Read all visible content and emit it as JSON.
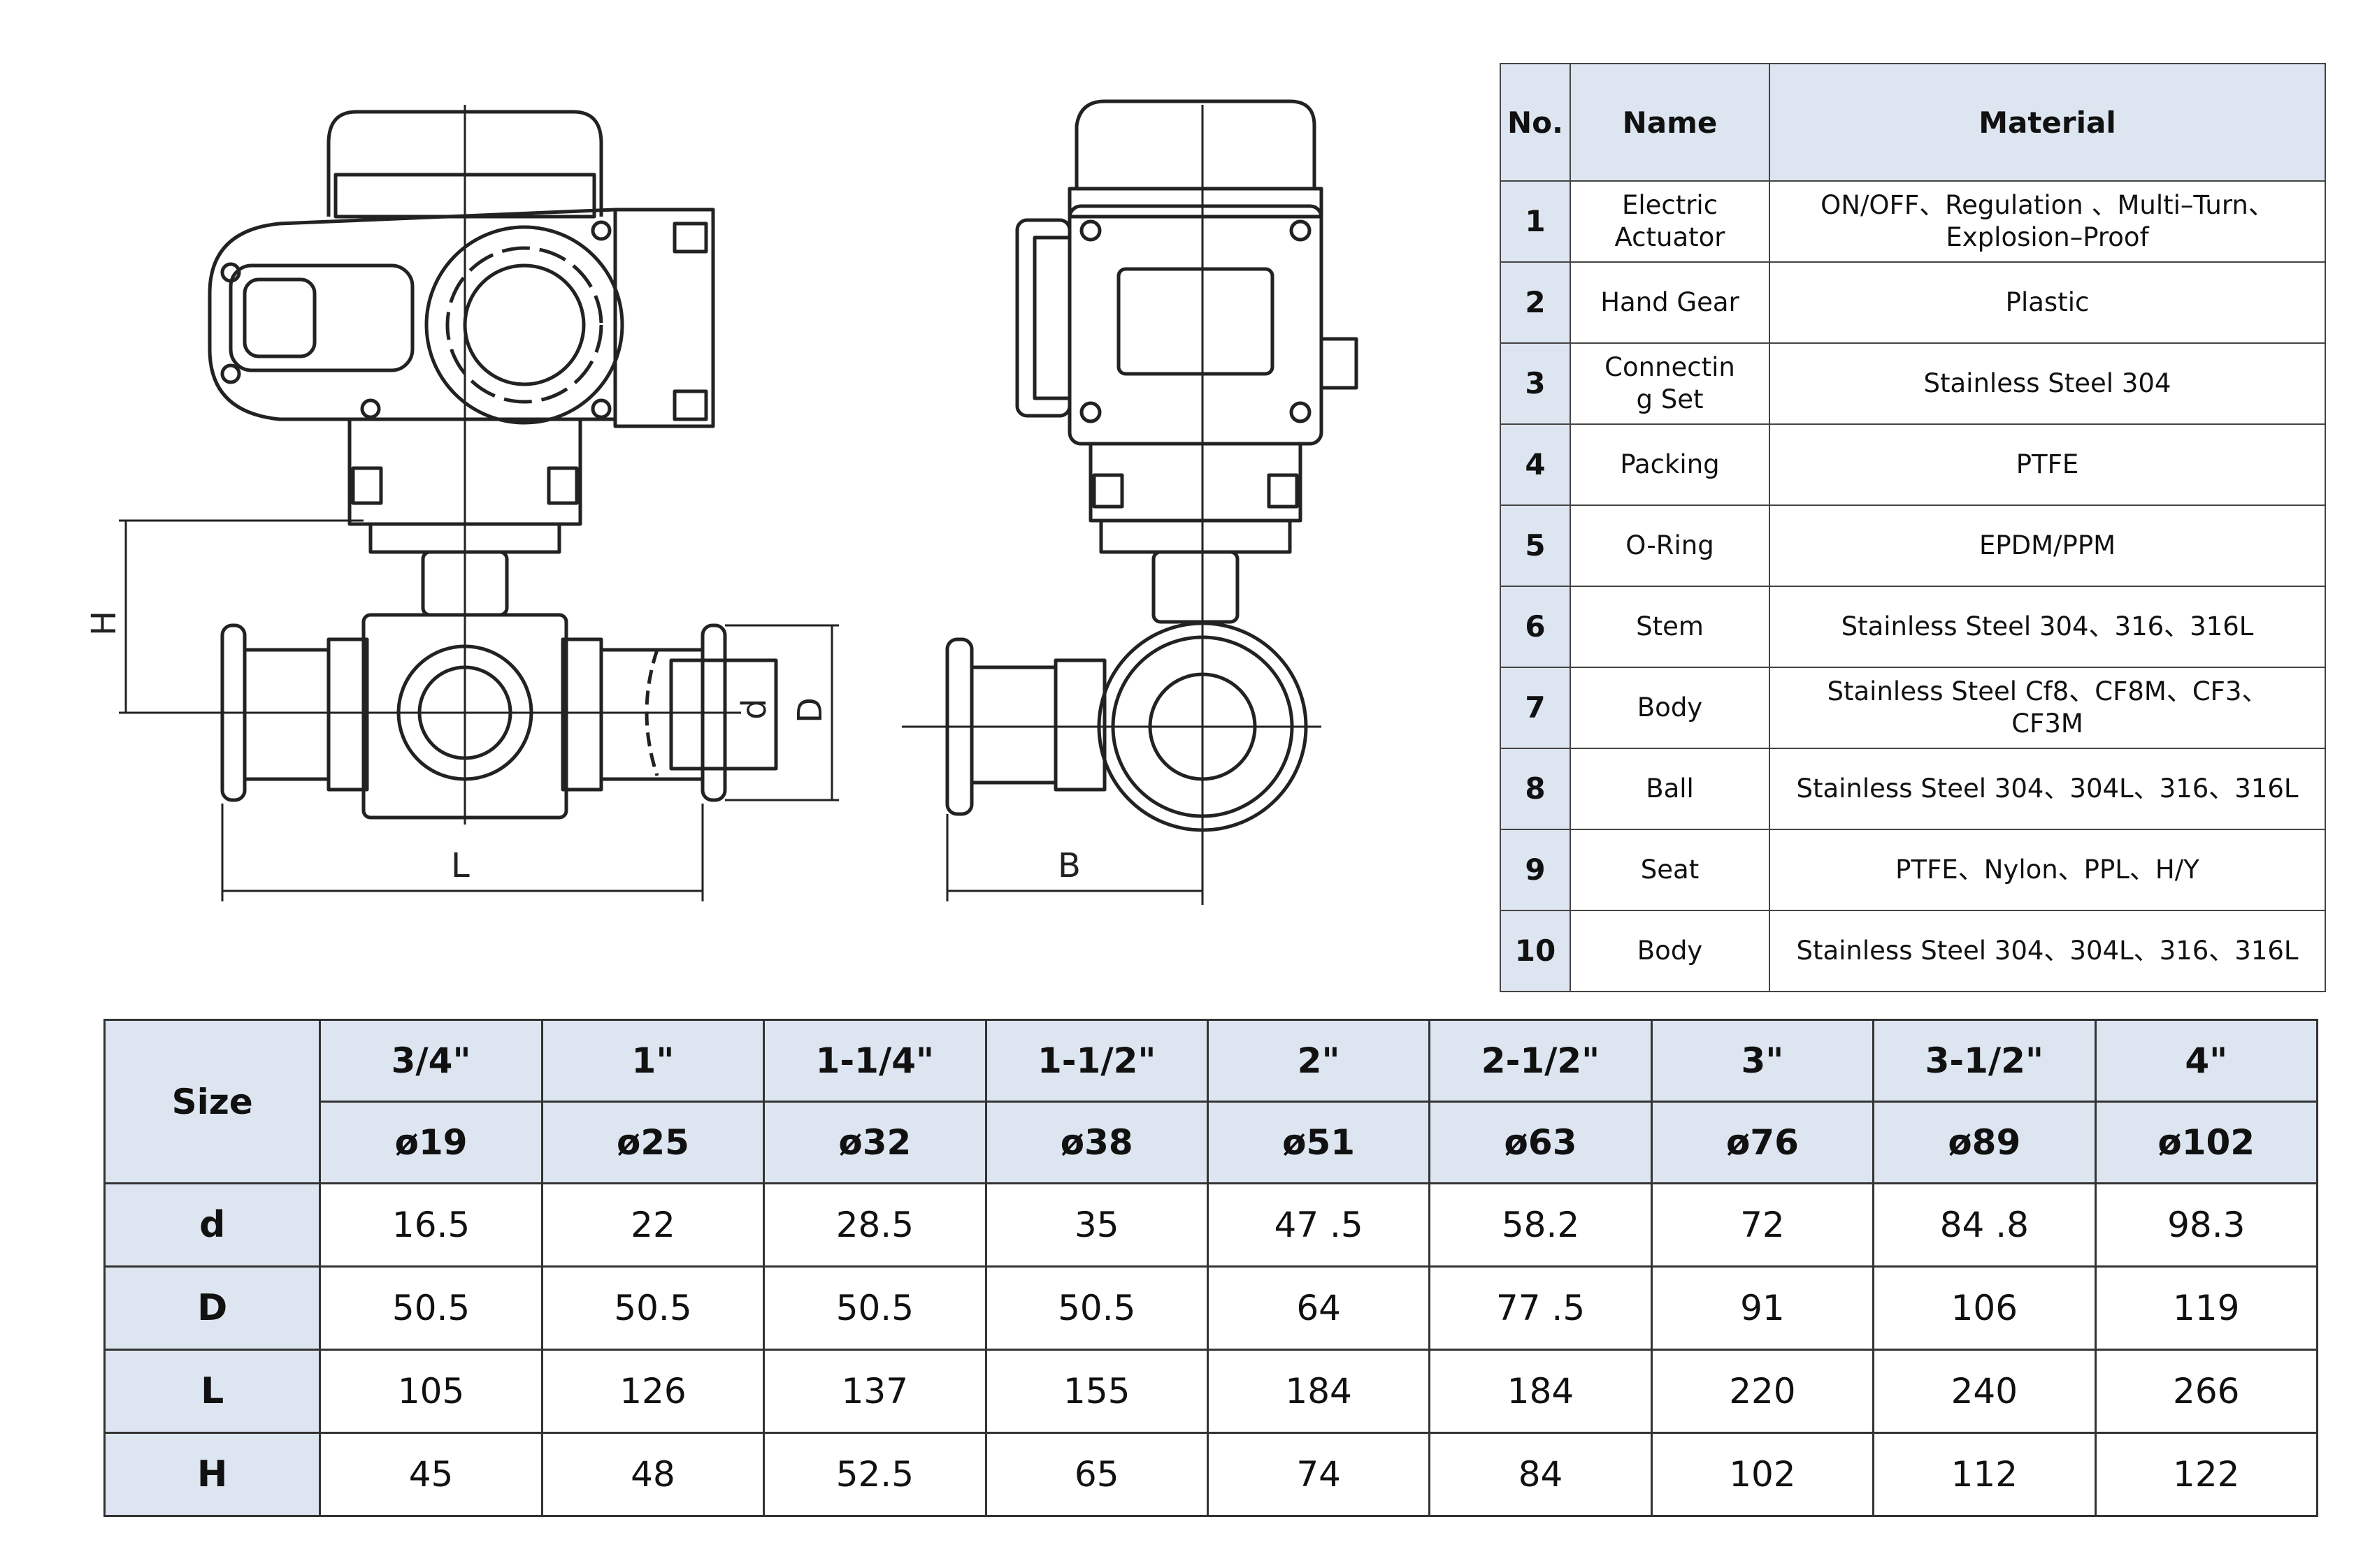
{
  "diagram": {
    "labels": {
      "L": "L",
      "B": "B",
      "H": "H",
      "d": "d",
      "D": "D"
    }
  },
  "parts_table": {
    "headers": {
      "no": "No.",
      "name": "Name",
      "material": "Material"
    },
    "rows": [
      {
        "no": "1",
        "name_lines": [
          "Electric",
          "Actuator"
        ],
        "material_lines": [
          "ON/OFF、Regulation 、Multi–Turn、",
          "Explosion–Proof"
        ]
      },
      {
        "no": "2",
        "name_lines": [
          "Hand Gear"
        ],
        "material_lines": [
          "Plastic"
        ]
      },
      {
        "no": "3",
        "name_lines": [
          "Connectin",
          "g Set"
        ],
        "material_lines": [
          "Stainless Steel 304"
        ]
      },
      {
        "no": "4",
        "name_lines": [
          "Packing"
        ],
        "material_lines": [
          "PTFE"
        ]
      },
      {
        "no": "5",
        "name_lines": [
          "O-Ring"
        ],
        "material_lines": [
          "EPDM/PPM"
        ]
      },
      {
        "no": "6",
        "name_lines": [
          "Stem"
        ],
        "material_lines": [
          "Stainless Steel 304、316、316L"
        ]
      },
      {
        "no": "7",
        "name_lines": [
          "Body"
        ],
        "material_lines": [
          "Stainless Steel Cf8、CF8M、CF3、",
          "CF3M"
        ]
      },
      {
        "no": "8",
        "name_lines": [
          "Ball"
        ],
        "material_lines": [
          "Stainless Steel 304、304L、316、316L"
        ]
      },
      {
        "no": "9",
        "name_lines": [
          "Seat"
        ],
        "material_lines": [
          "PTFE、Nylon、PPL、H/Y"
        ]
      },
      {
        "no": "10",
        "name_lines": [
          "Body"
        ],
        "material_lines": [
          "Stainless Steel 304、304L、316、316L"
        ]
      }
    ]
  },
  "dimension_table": {
    "size_label": "Size",
    "sizes": [
      "3/4\"",
      "1\"",
      "1-1/4\"",
      "1-1/2\"",
      "2\"",
      "2-1/2\"",
      "3\"",
      "3-1/2\"",
      "4\""
    ],
    "bores": [
      "ø19",
      "ø25",
      "ø32",
      "ø38",
      "ø51",
      "ø63",
      "ø76",
      "ø89",
      "ø102"
    ],
    "rows": [
      {
        "label": "d",
        "values": [
          "16.5",
          "22",
          "28.5",
          "35",
          "47 .5",
          "58.2",
          "72",
          "84 .8",
          "98.3"
        ]
      },
      {
        "label": "D",
        "values": [
          "50.5",
          "50.5",
          "50.5",
          "50.5",
          "64",
          "77 .5",
          "91",
          "106",
          "119"
        ]
      },
      {
        "label": "L",
        "values": [
          "105",
          "126",
          "137",
          "155",
          "184",
          "184",
          "220",
          "240",
          "266"
        ]
      },
      {
        "label": "H",
        "values": [
          "45",
          "48",
          "52.5",
          "65",
          "74",
          "84",
          "102",
          "112",
          "122"
        ]
      }
    ]
  }
}
